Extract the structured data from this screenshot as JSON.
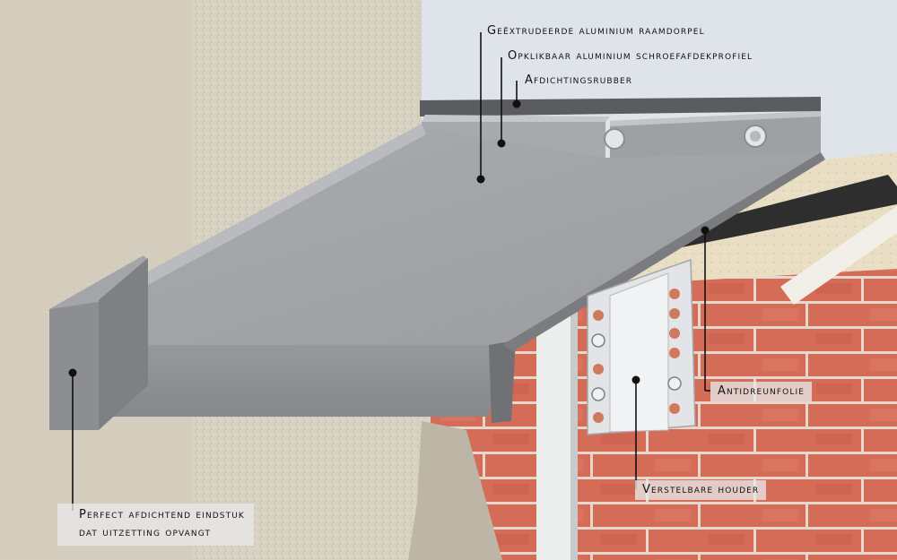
{
  "labels": {
    "frame_sill": "Geëxtrudeerde aluminium raamdorpel",
    "cover_profile": "Opklikbaar aluminium schroefafdekprofiel",
    "sealing_rubber": "Afdichtingsrubber",
    "anti_drum_foil": "Antidreunfolie",
    "adjustable_holder": "Verstelbare houder",
    "endcap_line1": "Perfect afdichtend eindstuk",
    "endcap_line2": "dat uitzetting opvangt"
  },
  "colors": {
    "plaster": "#d9d3c5",
    "plaster_dark": "#ddd5c4",
    "aluminium_top": "#a5a7aa",
    "aluminium_front": "#8f9194",
    "aluminium_dark": "#6e7073",
    "brick": "#d9705c",
    "insulation": "#e8dcc0",
    "foil": "#2b2b2b",
    "holder": "#e4e6ea"
  }
}
